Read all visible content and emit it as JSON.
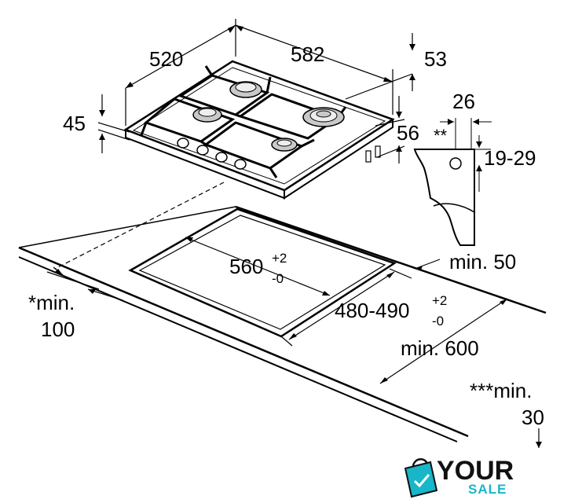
{
  "dimensions": {
    "width_left": "520",
    "width_top": "582",
    "top_offset": "53",
    "hob_height": "45",
    "side_depth": "56",
    "profile_width": "26",
    "profile_marker": "**",
    "profile_thickness": "19-29",
    "cutout_width": "560",
    "cutout_width_plus": "+2",
    "cutout_width_minus": "-0",
    "cutout_depth": "480-490",
    "cutout_depth_plus": "+2",
    "cutout_depth_minus": "-0",
    "min_back": "min. 50",
    "min_front_line1": "*min.",
    "min_front_line2": "100",
    "min_depth": "min. 600",
    "min_wall_line1": "***min.",
    "min_wall_line2": "30"
  },
  "logo": {
    "word1": "YOUR",
    "word2": "SALE",
    "accent_color": "#18b6c9"
  }
}
